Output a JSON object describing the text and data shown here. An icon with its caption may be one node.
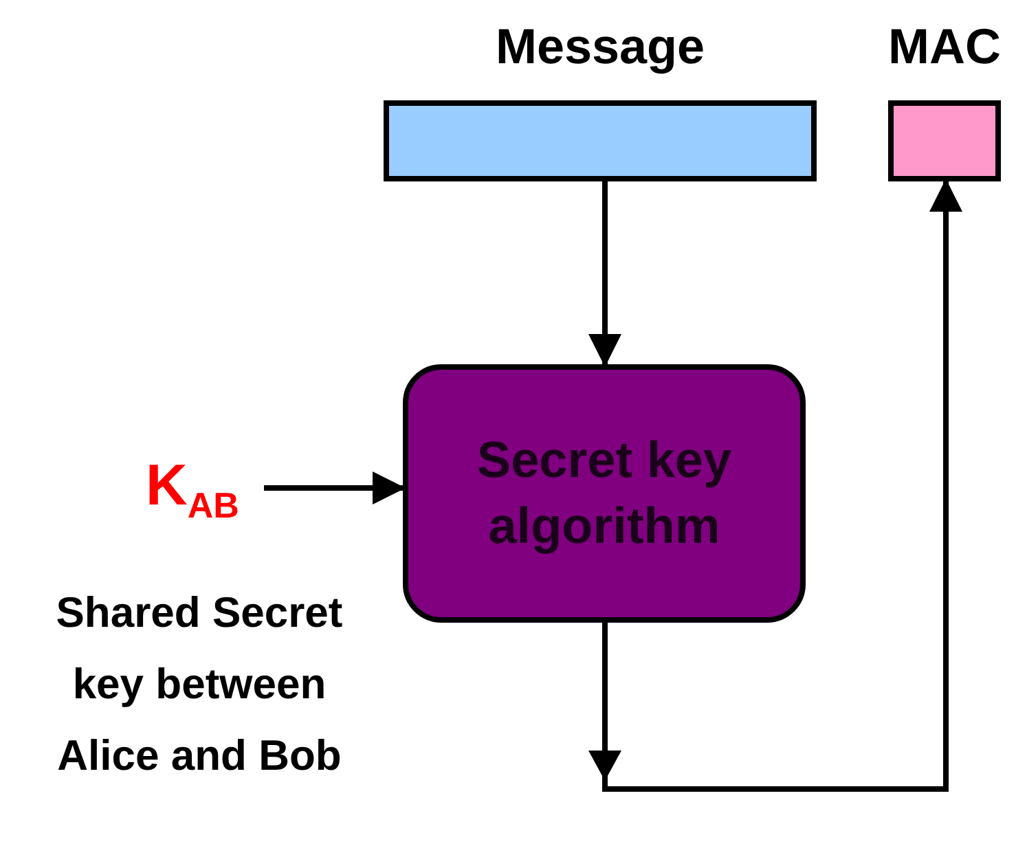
{
  "diagram": {
    "nodes": [
      {
        "text": [
          "Message"
        ]
      },
      {
        "text": [
          "MAC"
        ]
      },
      {
        "text": [
          "Secret key algorithm"
        ]
      },
      {
        "text": [
          "K$_{AB}$"
        ]
      }
    ],
    "labels": [
      "Shared Secret key between Alice and Bob"
    ],
    "edges": [
      {
        "from": 0,
        "to": 2,
        "arrow": "to"
      },
      {
        "from": 3,
        "to": 2,
        "arrow": "to"
      },
      {
        "from": 2,
        "to": 1,
        "arrow": "to"
      }
    ]
  }
}
